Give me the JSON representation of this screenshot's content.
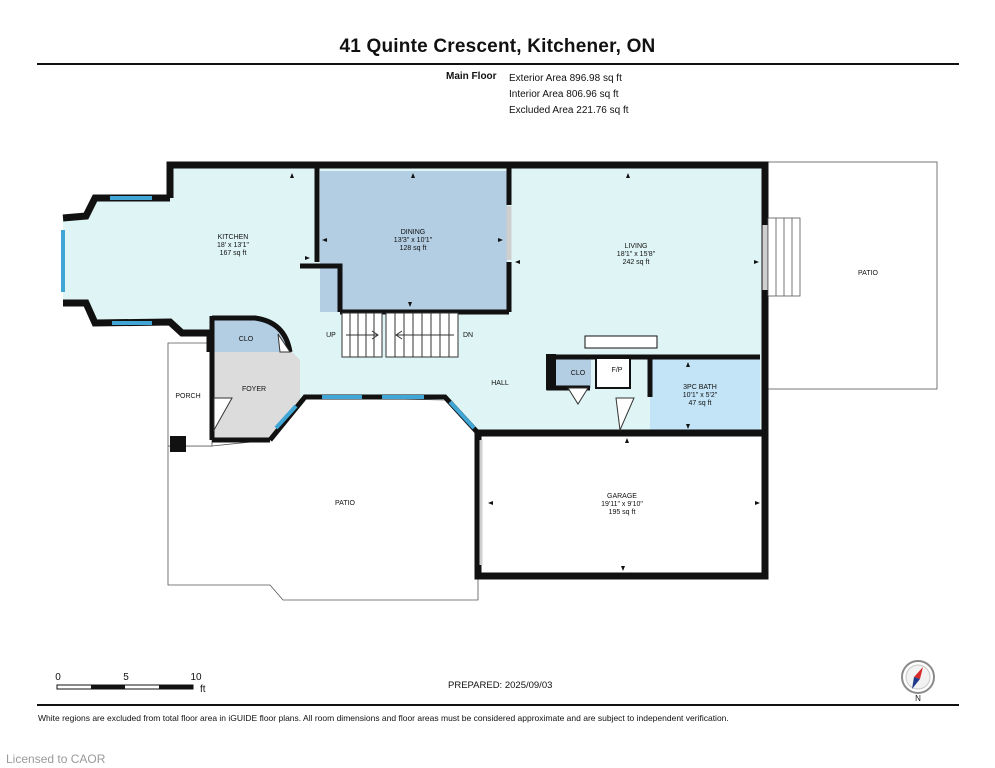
{
  "title": "41 Quinte Crescent, Kitchener, ON",
  "floor_label": "Main Floor",
  "areas": [
    "Exterior Area 896.98 sq ft",
    "Interior Area 806.96 sq ft",
    "Excluded Area 221.76 sq ft"
  ],
  "rooms": {
    "kitchen": {
      "name": "KITCHEN",
      "dims": "18' x 13'1\"",
      "area": "167 sq ft"
    },
    "dining": {
      "name": "DINING",
      "dims": "13'3\" x 10'1\"",
      "area": "128 sq ft"
    },
    "living": {
      "name": "LIVING",
      "dims": "18'1\" x 15'8\"",
      "area": "242 sq ft"
    },
    "bath": {
      "name": "3PC BATH",
      "dims": "10'1\" x 5'2\"",
      "area": "47 sq ft"
    },
    "garage": {
      "name": "GARAGE",
      "dims": "19'11\" x 9'10\"",
      "area": "195 sq ft"
    }
  },
  "labels": {
    "clo1": "CLO",
    "clo2": "CLO",
    "foyer": "FOYER",
    "porch": "PORCH",
    "hall": "HALL",
    "fp": "F/P",
    "up": "UP",
    "dn": "DN",
    "patio_right": "PATIO",
    "patio_front": "PATIO"
  },
  "scale": {
    "ticks": [
      "0",
      "5",
      "10"
    ],
    "unit": "ft"
  },
  "prepared": "PREPARED: 2025/09/03",
  "north": "N",
  "footnote": "White regions are excluded from total floor area in iGUIDE floor plans. All room dimensions and floor areas must be considered approximate and are subject to independent verification.",
  "licensed": "Licensed to CAOR",
  "colors": {
    "wall": "#111111",
    "room_fill": "#dff4f4",
    "dining_fill": "#b3cde2",
    "bath_fill": "#c2e4f6",
    "foyer_fill": "#dcdcdc",
    "window": "#3fa6d6"
  }
}
